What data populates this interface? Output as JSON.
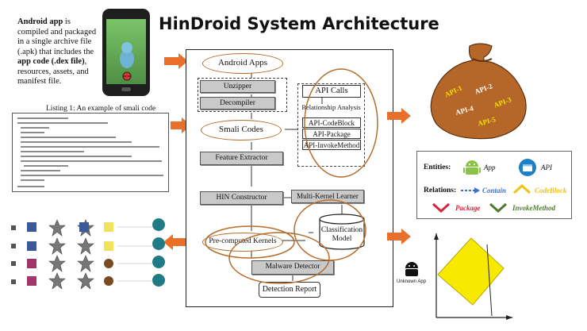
{
  "title": "HinDroid System Architecture",
  "intro": {
    "p1_bold": "Android app",
    "p1_text": " is compiled and packaged in a single archive file (.apk) that includes the ",
    "p1_bold2": "app code (.dex file)",
    "p1_text2": ", resources, assets, and manifest file."
  },
  "listing_caption": "Listing 1: An example of smali code",
  "architecture": {
    "android_apps": "Android Apps",
    "unzipper": "Unzipper",
    "decompiler": "Decompiler",
    "smali_codes": "Smali Codes",
    "feature_extractor": "Feature Extractor",
    "api_calls": "API Calls",
    "relationship_analysis": "Relationship Analysis",
    "api_codeblock": "API-CodeBlock",
    "api_package": "API-Package",
    "api_invokemethod": "API-InvokeMethod",
    "hin_constructor": "HIN Constructor",
    "multi_kernel_learner": "Multi-Kernel Learner",
    "classification_model_1": "Classification",
    "classification_model_2": "Model",
    "precomputed_kernels": "Pre-computed Kernels",
    "malware_detector": "Malware Detector",
    "detection_report": "Detection Report"
  },
  "legend": {
    "entities_label": "Entities:",
    "app_label": "App",
    "api_label": "API",
    "relations_label": "Relations:",
    "contain_label": "Contain",
    "codeblock_label": "CodeBlock",
    "package_label": "Package",
    "invoke_label": "InvokeMethod"
  },
  "bag_labels": [
    "API-1",
    "API-2",
    "API-3",
    "API-4",
    "API-5"
  ],
  "unknown_app_label": "Unknown App",
  "colors": {
    "arrow": "#e8702a",
    "oval_border": "#b56d2b",
    "gray_box": "#c9c9c9",
    "bag": "#b5672a",
    "diamond": "#f7ea00",
    "android_green": "#8bc34a",
    "api_blue": "#1f7fc4",
    "contain_blue": "#3b6fd6",
    "codeblock_yellow": "#f1c40f",
    "package_red": "#d7263d",
    "invoke_green": "#4e7a2e",
    "teal": "#1f7b86"
  }
}
